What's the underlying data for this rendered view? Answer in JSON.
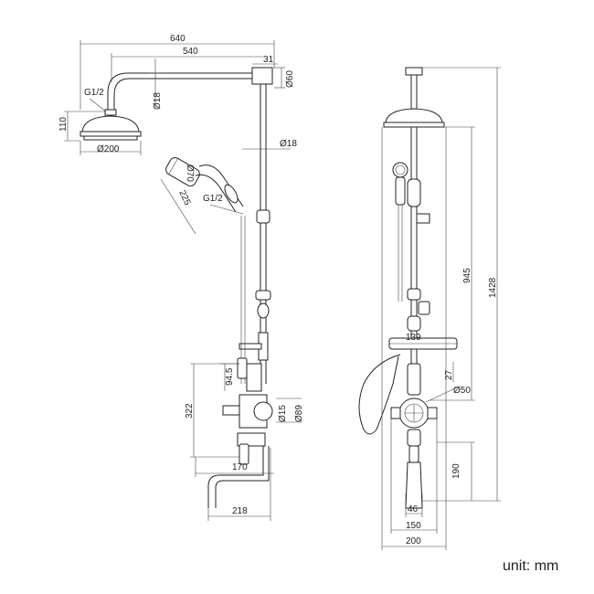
{
  "side_view": {
    "dims": {
      "d640": "640",
      "d540": "540",
      "d31": "31",
      "d60": "Ø60",
      "g12_head": "G1/2",
      "d18_arm": "Ø18",
      "d110": "110",
      "d200": "Ø200",
      "d18_riser": "Ø18",
      "d70": "Ø70",
      "d225": "225",
      "g12_hand": "G1/2",
      "d94_5": "94.5",
      "d322": "322",
      "d15": "Ø15",
      "d89": "Ø89",
      "d170": "170",
      "d218": "218"
    }
  },
  "front_view": {
    "dims": {
      "d1428": "1428",
      "d945": "945",
      "d139": "139",
      "d27": "27",
      "d50": "Ø50",
      "d190": "190",
      "d46": "46",
      "d150": "150",
      "d200": "200"
    }
  },
  "unit_label": "unit: mm"
}
